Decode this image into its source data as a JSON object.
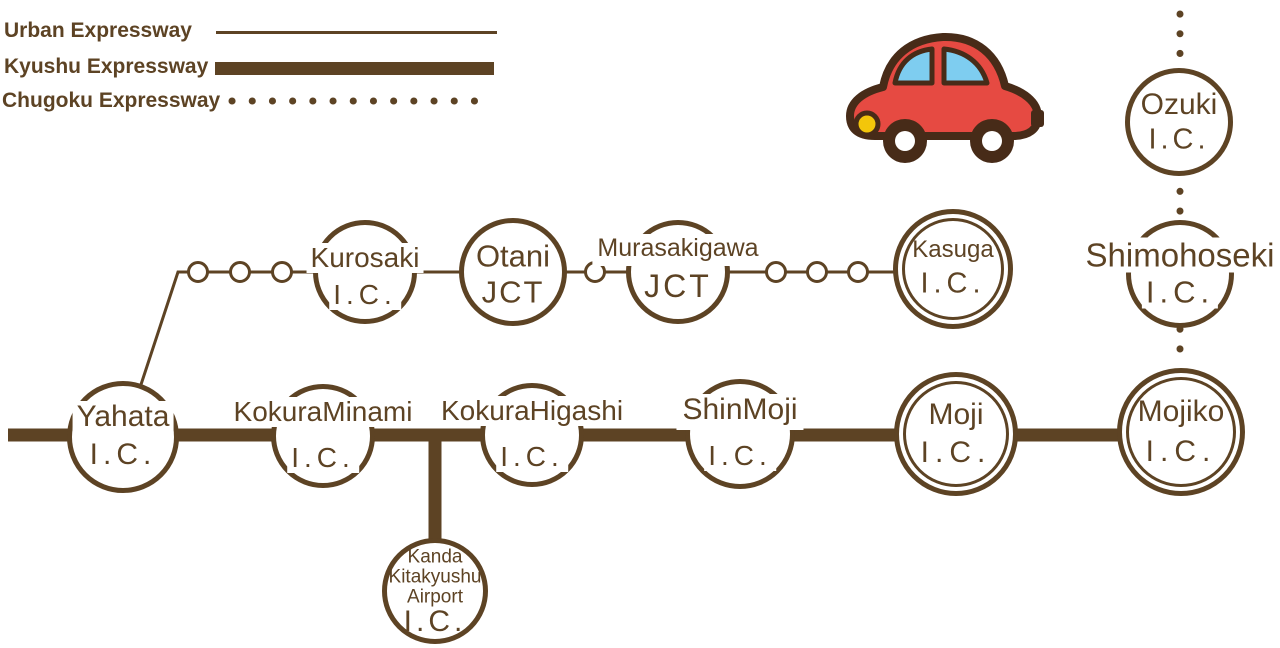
{
  "colors": {
    "line_brown": "#5d4324",
    "car_outline_brown": "#472b18",
    "car_body_red": "#e64a42",
    "car_window_blue": "#7ecdf0",
    "car_headlight_yellow": "#f3c60a"
  },
  "legend": {
    "items": [
      {
        "label": "Urban Expressway",
        "style": "thin-solid-line"
      },
      {
        "label": "Kyushu Expressway",
        "style": "thick-solid-line"
      },
      {
        "label": "Chugoku Expressway",
        "style": "dotted-line"
      }
    ]
  },
  "stations": {
    "kurosaki": {
      "name": "Kurosaki",
      "type_label": "I.C."
    },
    "otani": {
      "name": "Otani",
      "type_label": "JCT"
    },
    "murasakigawa": {
      "name": "Murasakigawa",
      "type_label": "JCT"
    },
    "kasuga": {
      "name": "Kasuga",
      "type_label": "I.C."
    },
    "ozuki": {
      "name": "Ozuki",
      "type_label": "I.C."
    },
    "shimohoseki": {
      "name": "Shimohoseki",
      "type_label": "I.C."
    },
    "yahata": {
      "name": "Yahata",
      "type_label": "I.C."
    },
    "kokuraminami": {
      "name": "KokuraMinami",
      "type_label": "I.C."
    },
    "kokurahigashi": {
      "name": "KokuraHigashi",
      "type_label": "I.C."
    },
    "shinmoji": {
      "name": "ShinMoji",
      "type_label": "I.C."
    },
    "moji": {
      "name": "Moji",
      "type_label": "I.C."
    },
    "mojiko": {
      "name": "Mojiko",
      "type_label": "I.C."
    },
    "kanda": {
      "line1": "Kanda",
      "line2": "Kitakyushu",
      "line3": "Airport",
      "type_label": "I.C."
    }
  },
  "illustrations": {
    "car_icon": "red-toy-car-side-view"
  }
}
